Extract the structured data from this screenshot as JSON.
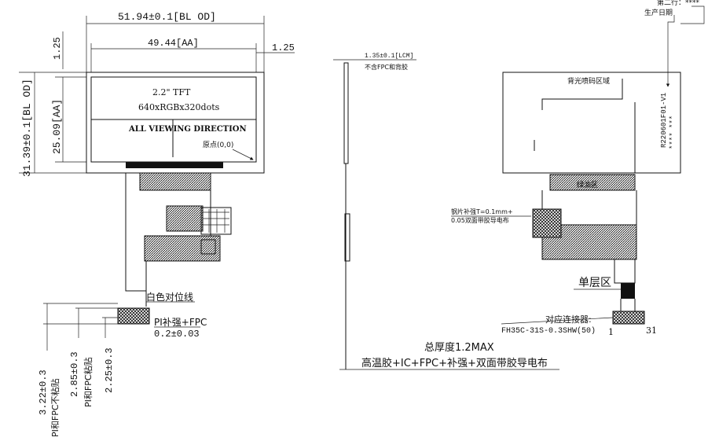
{
  "front": {
    "dim_outline_width": "51.94±0.1[BL OD]",
    "dim_aa_width": "49.44[AA]",
    "dim_left_margin": "1.25",
    "dim_right_margin": "1.25",
    "dim_outline_height": "31.39±0.1[BL OD]",
    "dim_aa_height": "25.09[AA]",
    "screen_line1": "2.2\" TFT",
    "screen_line2": "640xRGBx320dots",
    "screen_line3": "ALL VIEWING DIRECTION",
    "origin_label": "原点(0,0)",
    "white_line_label": "白色对位线",
    "pi_stiffener_label": "PI补强+FPC",
    "pi_tol": "0.2±0.03",
    "dim_1": "3.22±0.3",
    "dim_1_note": "PI和FPC不粘贴",
    "dim_2": "2.85±0.3",
    "dim_2_note": "PI和FPC粘贴",
    "dim_3": "2.25±0.3"
  },
  "side": {
    "thickness_label": "1.35±0.1[LCM]",
    "thickness_note": "不含FPC和背胶",
    "total_thickness": "总厚度1.2MAX",
    "stack_note": "高温胶+IC+FPC+补强+双面带胶导电布"
  },
  "back": {
    "second_row_label": "第二行：****",
    "date_label": "生产日期",
    "backlight_area": "背光喷码区域",
    "code_text": "R220601F01-V1",
    "code_sub": "**** ***",
    "green_oil": "绿油区",
    "steel_label": "钢片补强T=0.1mm+",
    "steel_label2": "0.05双面带胶导电布",
    "single_layer": "单层区",
    "connector_label": "对应连接器:",
    "connector_model": "FH35C-31S-0.3SHW(50)",
    "pin_1": "1",
    "pin_31": "31"
  }
}
